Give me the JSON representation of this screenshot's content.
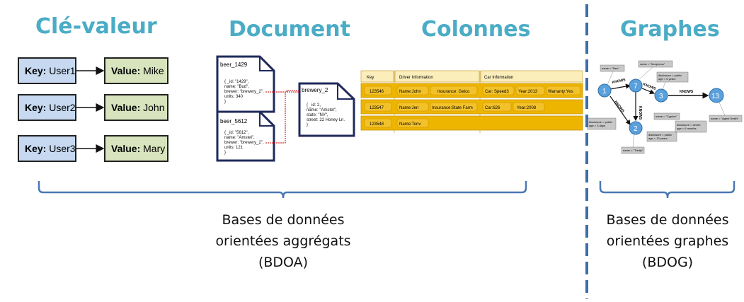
{
  "titles": {
    "key_value": "Clé-valeur",
    "document": "Document",
    "columns": "Colonnes",
    "graphs": "Graphes"
  },
  "key_value": {
    "key_label": "Key:",
    "value_label": "Value:",
    "rows": [
      {
        "key": "User1",
        "value": "Mike"
      },
      {
        "key": "User2",
        "value": "John"
      },
      {
        "key": "User3",
        "value": "Mary"
      }
    ]
  },
  "document": {
    "docs": [
      {
        "name": "beer_1429",
        "lines": [
          "{ _id: \"1429\",",
          "name: \"Bud\",",
          "brewer: \"brewery_2\",",
          "units: 340",
          "}"
        ]
      },
      {
        "name": "beer_5612",
        "lines": [
          "{ _id: \"5612\",",
          "name: \"Amstel\",",
          "brewer: \"brewery_2\",",
          "units: 121",
          "}"
        ]
      },
      {
        "name": "brewery_2",
        "lines": [
          "{ _id: 2,",
          "name: \"Amstel\",",
          "state: \"NV\",",
          "street: 22 Honey Ln.",
          "}"
        ]
      }
    ]
  },
  "columns": {
    "headers": [
      "Key",
      "Driver Information",
      "Car Information"
    ],
    "rows": [
      {
        "key": "123546",
        "driver": [
          "Name:John",
          "Insurance: Geico"
        ],
        "car": [
          "Car: Speed3",
          "Year:2013",
          "Warranty:Yes"
        ]
      },
      {
        "key": "123547",
        "driver": [
          "Name:Jen",
          "Insurance:State Farm"
        ],
        "car": [
          "Car:626",
          "Year:2008"
        ]
      },
      {
        "key": "123548",
        "driver": [
          "Name:Tonv"
        ],
        "car": []
      }
    ]
  },
  "graph": {
    "nodes": [
      "1",
      "7",
      "3",
      "13",
      "2"
    ],
    "edge_labels": [
      "KNOWS",
      "KNOWS",
      "KNOWS",
      "KNOWS",
      "KNOWS"
    ],
    "tags": [
      "name = \"Neo\"",
      "name = \"Morpheus\"",
      "disclosure = public\nage = 3 days",
      "disclosure = public\nage = 5 years",
      "name = \"Cypher\"",
      "disclosure = public\nage = 12 years",
      "disclosure = secret\nage = 6 months",
      "name = \"Agent Smith\"",
      "name = \"Trinity\""
    ]
  },
  "captions": {
    "aggregate": [
      "Bases de données",
      "orientées aggrégats",
      "(BDOA)"
    ],
    "graph": [
      "Bases de données",
      "orientées graphes",
      "(BDOG)"
    ]
  },
  "colors": {
    "title": "#4bacc6",
    "key_box": "#c6d9f1",
    "value_box": "#d7e4bd",
    "brace": "#4a78b4",
    "divider": "#3c6eaa",
    "column_band": "#eeb500",
    "graph_node": "#5aa0dc"
  }
}
